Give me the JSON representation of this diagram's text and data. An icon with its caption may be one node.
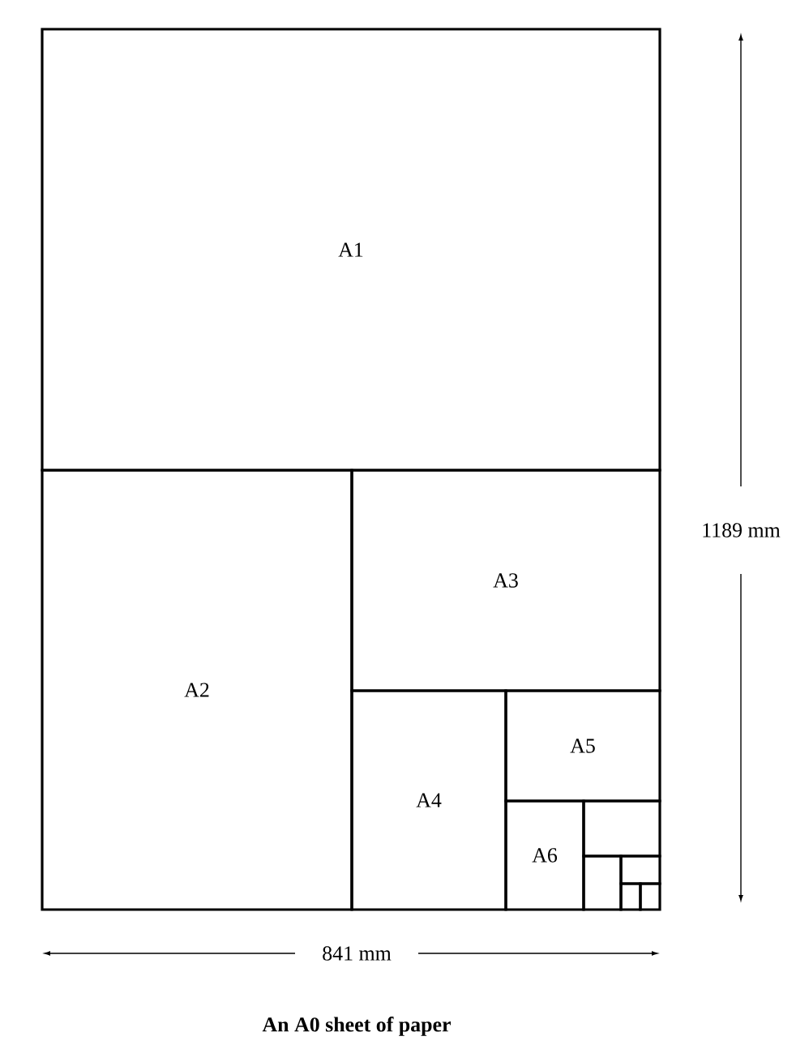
{
  "diagram": {
    "caption": "An A0 sheet of paper",
    "nodes": [
      {
        "text": [
          "A1"
        ]
      },
      {
        "text": [
          "A2"
        ]
      },
      {
        "text": [
          "A3"
        ]
      },
      {
        "text": [
          "A4"
        ]
      },
      {
        "text": [
          "A5"
        ]
      },
      {
        "text": [
          "A6"
        ]
      },
      {
        "text": [],
        "shape": "box"
      },
      {
        "text": [],
        "shape": "box"
      },
      {
        "text": [],
        "shape": "box"
      },
      {
        "text": [],
        "shape": "box"
      },
      {
        "text": [],
        "shape": "box"
      }
    ],
    "labels": [
      "1189 mm",
      "841 mm"
    ]
  }
}
